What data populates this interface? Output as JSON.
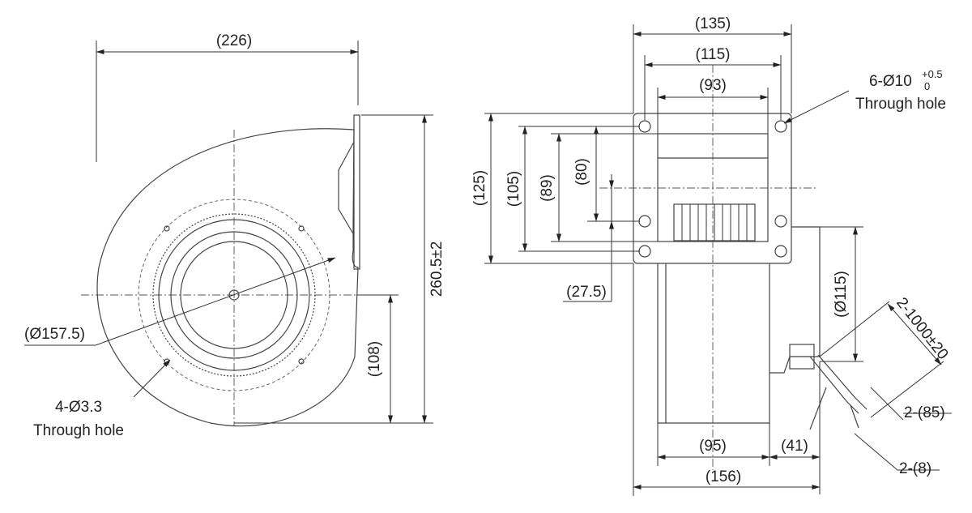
{
  "side_view": {
    "width_label": "(226)",
    "height_label": "260.5±2",
    "lower_height_label": "(108)",
    "impeller_dia_label": "(Ø157.5)",
    "holes_note_line1": "4-Ø3.3",
    "holes_note_line2": "Through hole"
  },
  "front_view": {
    "flange_width_label": "(135)",
    "hole_pitch_label": "(115)",
    "outlet_width_label": "(93)",
    "flange_height_label": "(125)",
    "hole_pitch_v_label": "(105)",
    "outlet_height_label": "(89)",
    "inner_height_label": "(80)",
    "offset_label": "(27.5)",
    "body_dia_label": "(Ø115)",
    "body_width_label": "(95)",
    "motor_depth_label": "(41)",
    "overall_width_label": "(156)",
    "flange_holes_note_line1": "6-Ø10",
    "flange_holes_tol_upper": "+0.5",
    "flange_holes_tol_lower": "0",
    "flange_holes_note_line2": "Through hole",
    "lead_length_label": "2-1000±20",
    "strip_length_label": "2-(85)",
    "strip_end_label": "2-(8)"
  }
}
